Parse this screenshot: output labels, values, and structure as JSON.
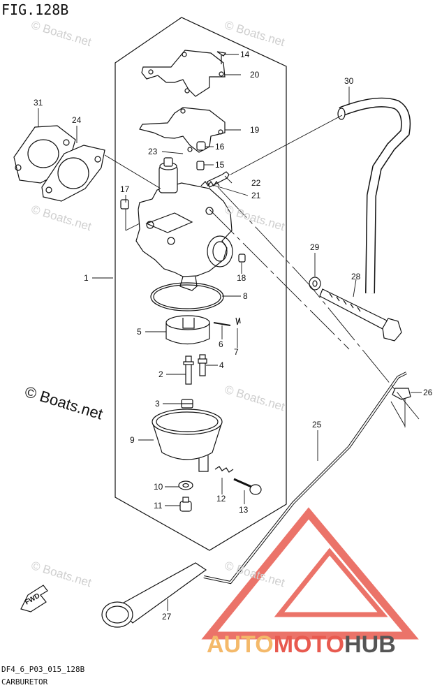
{
  "figure": {
    "title": "FIG.128B",
    "code": "DF4_6_P03_015_128B",
    "caption": "CARBURETOR",
    "copyright": "© Boats.net",
    "watermark": "© Boats.net"
  },
  "brand": {
    "part1": "AUTO",
    "part2": "MOTO",
    "part3": "HUB"
  },
  "colors": {
    "line": "#111111",
    "watermark": "#cfcfcf",
    "brand_orange": "#f4b96a",
    "brand_red": "#e85a4f",
    "brand_grey": "#555555"
  },
  "fwd_label": "FWD",
  "callouts": [
    "1",
    "2",
    "3",
    "4",
    "5",
    "6",
    "7",
    "8",
    "9",
    "10",
    "11",
    "12",
    "13",
    "14",
    "15",
    "16",
    "17",
    "18",
    "19",
    "20",
    "21",
    "22",
    "23",
    "24",
    "25",
    "26",
    "27",
    "28",
    "29",
    "30",
    "31"
  ]
}
